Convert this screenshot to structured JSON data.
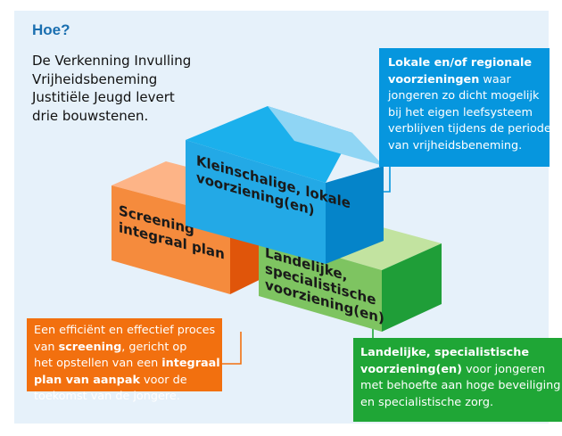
{
  "heading": "Hoe?",
  "intro": [
    "De Verkenning Invulling",
    "Vrijheidsbeneming",
    "Justitiële Jeugd levert",
    "drie bouwstenen."
  ],
  "blocks": {
    "kleinschalig": [
      "Kleinschalige, lokale",
      "voorziening(en)"
    ],
    "screening": [
      "Screening",
      "integraal plan"
    ],
    "landelijk": [
      "Landelijke,",
      "specialistische",
      "voorziening(en)"
    ]
  },
  "callouts": {
    "blue": {
      "l1_bold": "Lokale en/of regionale",
      "l2_bold": "voorzieningen",
      "l2_rest": " waar",
      "l3": "jongeren zo dicht mogelijk",
      "l4": "bij het eigen leefsysteem",
      "l5": "verblijven tijdens de periode",
      "l6": "van vrijheidsbeneming."
    },
    "green": {
      "l1_bold": "Landelijke, specialistische",
      "l2_bold": "voorziening(en)",
      "l2_rest": " voor jongeren",
      "l3": "met behoefte aan hoge beveiliging",
      "l4": "en specialistische zorg."
    },
    "orange": {
      "l1": "Een efficiënt en effectief proces",
      "l2_pre": "van ",
      "l2_bold": "screening",
      "l2_post": ", gericht op",
      "l3_pre": "het opstellen van een ",
      "l3_bold": "integraal",
      "l4_bold": "plan van aanpak",
      "l4_rest": " voor de",
      "l5": "toekomst van de jongere."
    }
  },
  "colors": {
    "panel": "#e6f1fa",
    "heading": "#1a6fb0",
    "blue": "#0696de",
    "green": "#1fa636",
    "orange": "#f2700f"
  }
}
